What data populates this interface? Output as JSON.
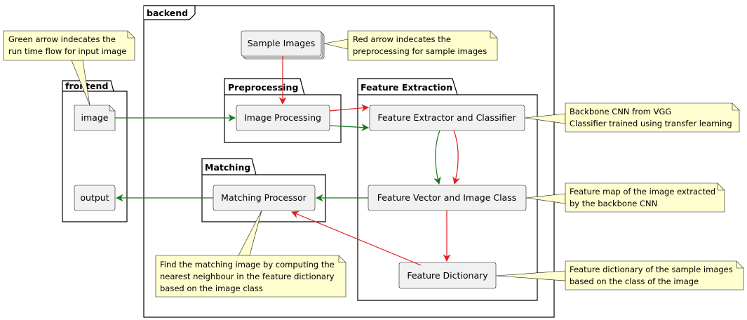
{
  "frames": {
    "backend": "backend",
    "frontend": "frontend",
    "preprocessing": "Preprocessing",
    "feature_extraction": "Feature Extraction",
    "matching": "Matching"
  },
  "nodes": {
    "sample_images": "Sample Images",
    "image": "image",
    "output": "output",
    "image_processing": "Image Processing",
    "feature_extractor": "Feature Extractor and Classifier",
    "feature_vector": "Feature Vector and Image Class",
    "feature_dictionary": "Feature Dictionary",
    "matching_processor": "Matching Processor"
  },
  "notes": {
    "green_arrow": [
      "Green arrow indecates the",
      "run time flow for input image"
    ],
    "red_arrow": [
      "Red arrow indecates the",
      "preprocessing for sample images"
    ],
    "backbone": [
      "Backbone CNN from VGG",
      "Classifier trained using transfer learning"
    ],
    "feature_map": [
      "Feature map of the image extracted",
      "by the backbone CNN"
    ],
    "feature_dict": [
      "Feature dictionary of the sample images",
      "based on the class of the image"
    ],
    "matching": [
      "Find the matching image by computing the",
      "nearest neighbour in the feature dictionary",
      "based on the image class"
    ]
  },
  "colors": {
    "runtime_flow": "#1a7a1a",
    "preprocessing_flow": "#e31d1d",
    "note_fill": "#fefece",
    "node_fill": "#f1f1f1"
  }
}
